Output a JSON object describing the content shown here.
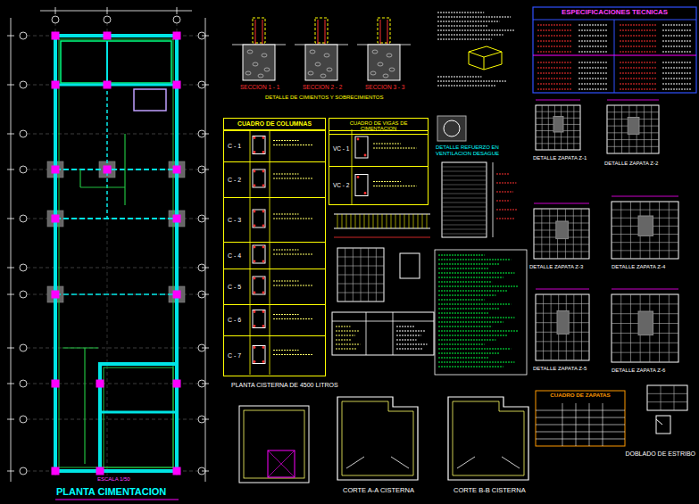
{
  "diagram": {
    "title": "PLANTA CIMENTACION",
    "nodes": [
      {
        "text": [
          "ESPECIFICACIONES TECNICAS"
        ]
      },
      {
        "text": [
          "CUADRO DE COLUMNAS"
        ]
      },
      {
        "text": [
          "C - 1"
        ],
        "in": 1
      },
      {
        "text": [
          "C - 2"
        ],
        "in": 1
      },
      {
        "text": [
          "C - 3"
        ],
        "in": 1
      },
      {
        "text": [
          "C - 4"
        ],
        "in": 1
      },
      {
        "text": [
          "C - 5"
        ],
        "in": 1
      },
      {
        "text": [
          "C - 6"
        ],
        "in": 1
      },
      {
        "text": [
          "C - 7"
        ],
        "in": 1
      },
      {
        "text": [
          "CUADRO DE VIGAS DE CIMENTACION"
        ]
      },
      {
        "text": [
          "VC - 1"
        ],
        "in": 9
      },
      {
        "text": [
          "VC - 2"
        ],
        "in": 9
      },
      {
        "text": [
          "CUADRO DE ZAPATAS"
        ]
      }
    ],
    "edges": [],
    "labels": [
      "ESCALA 1/50",
      "SECCION 1 - 1",
      "SECCION 2 - 2",
      "SECCION 3 - 3",
      "DETALLE DE CIMIENTOS Y SOBRECIMIENTOS",
      "DETALLE REFUERZO EN VENTILACION DESAGUE",
      "DETALLE ZAPATA Z-1",
      "DETALLE ZAPATA Z-2",
      "DETALLE ZAPATA Z-3",
      "DETALLE ZAPATA Z-4",
      "DETALLE ZAPATA Z-5",
      "DETALLE ZAPATA Z-6",
      "PLANTA CISTERNA DE 4500 LITROS",
      "CORTE A-A CISTERNA",
      "CORTE B-B CISTERNA",
      "DOBLADO DE ESTRIBO"
    ]
  }
}
